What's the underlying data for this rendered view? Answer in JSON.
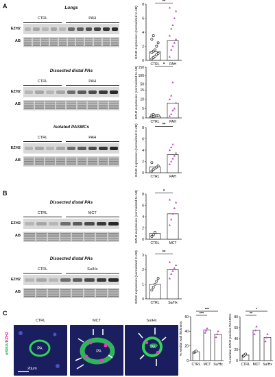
{
  "colors": {
    "pah": "#c055c0",
    "ctrl": "#222222",
    "bar": "#ffffff",
    "green": "#35d05a",
    "magenta": "#ff2fbf",
    "blue_bg": "#1a1d5e"
  },
  "panelA": {
    "letter": "A",
    "rows": [
      {
        "title": "Lungs",
        "groups": [
          "CTRL",
          "PAH"
        ],
        "ctrl_lanes": 5,
        "pah_lanes": 6
      },
      {
        "title": "Dissected distal PAs",
        "groups": [
          "CTRL",
          "PAH"
        ],
        "ctrl_lanes": 4,
        "pah_lanes": 5
      },
      {
        "title": "Isolated PASMCs",
        "groups": [
          "CTRL",
          "PAH"
        ],
        "ctrl_lanes": 4,
        "pah_lanes": 5
      }
    ]
  },
  "panelB": {
    "letter": "B",
    "rows": [
      {
        "title": "Dissected distal PAs",
        "groups": [
          "CTRL",
          "MCT"
        ],
        "ctrl_lanes": 3,
        "pah_lanes": 5
      },
      {
        "title": "Dissected distal PAs",
        "groups": [
          "CTRL",
          "Su/Hx"
        ],
        "ctrl_lanes": 3,
        "pah_lanes": 5
      }
    ]
  },
  "panelC": {
    "letter": "C",
    "images": [
      "CTRL",
      "MCT",
      "Su/Hx"
    ],
    "stain_label_a": "αSMA/",
    "stain_label_b": "EZH2",
    "lumen_label": "PA",
    "scale_bar": "20μm"
  },
  "blot_labels": {
    "target": "EZH2",
    "loading": "AB"
  },
  "chart_data": [
    {
      "type": "bar",
      "ylabel": "EZH2 expression (normalized to AB)",
      "categories": [
        "CTRL",
        "PAH"
      ],
      "values": [
        1.2,
        2.8
      ],
      "ylim": [
        0,
        8
      ],
      "yticks": [
        0,
        2,
        4,
        6,
        8
      ],
      "sig": "**",
      "points": [
        [
          0.2,
          0.4,
          0.6,
          0.8,
          1.0,
          1.1,
          1.3,
          1.5,
          2.0,
          2.5,
          3.0,
          3.5
        ],
        [
          0.5,
          1.5,
          2.0,
          2.5,
          3.0,
          3.5,
          4.5,
          5.0,
          6.0,
          7.0,
          7.5
        ]
      ]
    },
    {
      "type": "bar",
      "ylabel": "EZH2 expression (normalized to AB)",
      "categories": [
        "CTRL",
        "PAH"
      ],
      "values": [
        1,
        8
      ],
      "ylim": [
        0,
        150
      ],
      "yticks": [
        "0",
        "5",
        "10",
        "15",
        "50",
        "100",
        "150"
      ],
      "sig": "*",
      "points": [
        [
          0.6,
          0.8,
          1.0,
          1.2,
          1.4,
          1.6,
          1.8
        ],
        [
          1.0,
          2.0,
          4.0,
          5.0,
          8.0,
          10.0,
          12.0,
          60.0
        ]
      ]
    },
    {
      "type": "bar",
      "ylabel": "EZH2 expression (normalized to AB)",
      "categories": [
        "CTRL",
        "PAH"
      ],
      "values": [
        1,
        3.2
      ],
      "ylim": [
        0,
        8
      ],
      "yticks": [
        0,
        2,
        4,
        6,
        8
      ],
      "sig": "**",
      "points": [
        [
          0.3,
          0.6,
          0.8,
          1.0,
          1.2,
          1.8
        ],
        [
          1.5,
          2.0,
          2.5,
          3.0,
          3.5,
          4.0,
          4.5,
          5.0
        ]
      ]
    },
    {
      "type": "bar",
      "ylabel": "EZH2 expression (normalized to AB)",
      "categories": [
        "CTRL",
        "MCT"
      ],
      "values": [
        1,
        4.5
      ],
      "ylim": [
        0,
        8
      ],
      "yticks": [
        0,
        2,
        4,
        6,
        8
      ],
      "sig": "*",
      "points": [
        [
          0.5,
          0.8,
          1.2
        ],
        [
          2.5,
          3.5,
          4.5,
          5.5,
          6.5,
          7.0
        ]
      ]
    },
    {
      "type": "bar",
      "ylabel": "EZH2 expression (normalized to AB)",
      "categories": [
        "CTRL",
        "Su/Hx"
      ],
      "values": [
        1,
        2
      ],
      "ylim": [
        0,
        3
      ],
      "yticks": [
        0,
        1,
        2,
        3
      ],
      "sig": "**",
      "points": [
        [
          0.6,
          0.8,
          1.0,
          1.2,
          1.4
        ],
        [
          1.4,
          1.7,
          1.9,
          2.1,
          2.3,
          2.5
        ]
      ]
    },
    {
      "type": "bar",
      "ylabel": "% Medial wall thickness",
      "categories": [
        "CTRL",
        "MCT",
        "Su/Hx"
      ],
      "values": [
        12,
        42,
        36
      ],
      "ylim": [
        0,
        60
      ],
      "yticks": [
        0,
        20,
        40,
        60
      ],
      "sig_pairs": [
        [
          "***",
          0,
          1
        ],
        [
          "***",
          0,
          2
        ]
      ],
      "points": [
        [
          11,
          12,
          13
        ],
        [
          38,
          41,
          44
        ],
        [
          32,
          36,
          40
        ]
      ]
    },
    {
      "type": "bar",
      "ylabel": "% nuclear EZH2 positive PASMCs",
      "categories": [
        "CTRL",
        "MCT",
        "Su/Hx"
      ],
      "values": [
        10,
        55,
        42
      ],
      "ylim": [
        0,
        80
      ],
      "yticks": [
        0,
        20,
        40,
        60,
        80
      ],
      "sig_pairs": [
        [
          "**",
          0,
          1
        ],
        [
          "*",
          0,
          2
        ]
      ],
      "points": [
        [
          8,
          10,
          12
        ],
        [
          48,
          55,
          62
        ],
        [
          35,
          42,
          48
        ]
      ]
    }
  ]
}
